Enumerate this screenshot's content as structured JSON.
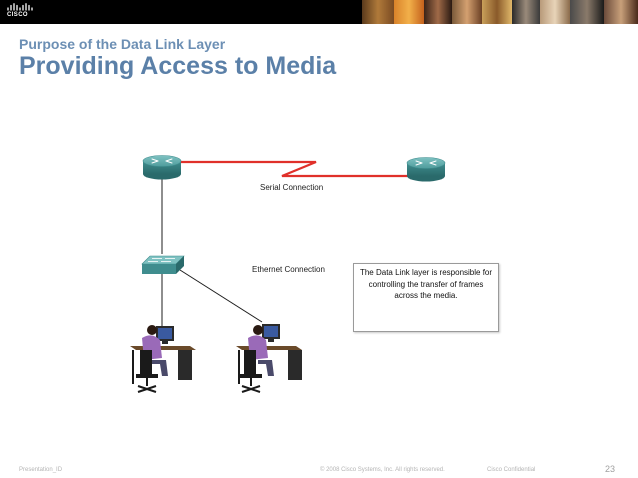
{
  "header": {
    "logo_text": "CISCO",
    "logo_icon": "cisco-bridge-logo",
    "colors": {
      "bar": "#000000",
      "accent": "#5b80a8"
    }
  },
  "slide": {
    "kicker": "Purpose of the Data Link Layer",
    "title": "Providing Access to Media"
  },
  "diagram": {
    "serial_label": "Serial Connection",
    "ethernet_label": "Ethernet Connection",
    "info_lines": [
      "The Data Link layer is responsible for",
      "controlling the transfer of frames",
      "across the media."
    ],
    "icons": {
      "router": "router-icon",
      "switch": "switch-icon",
      "workstation": "workstation-icon"
    },
    "colors": {
      "serial_link": "#e0302a",
      "ethernet_link": "#1c1c1c",
      "device": "#3f8d8e"
    }
  },
  "footer": {
    "left": "Presentation_ID",
    "copyright": "© 2008 Cisco Systems, Inc. All rights reserved.",
    "confidential": "Cisco Confidential",
    "page_number": "23"
  }
}
